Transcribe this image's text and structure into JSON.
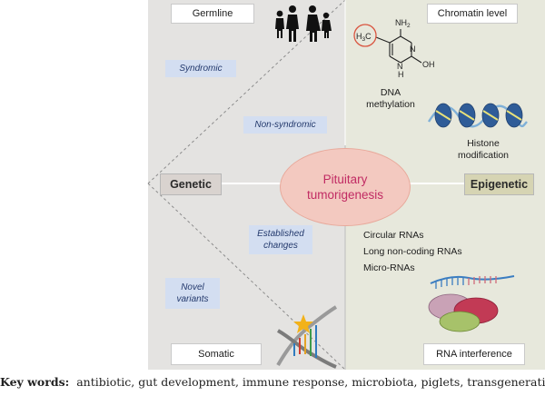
{
  "germline": "Germline",
  "chromatin_level": "Chromatin level",
  "syndromic": "Syndromic",
  "non_syndromic": "Non-syndromic",
  "dna_methylation": [
    "DNA",
    "methylation"
  ],
  "histone_modification": [
    "Histone",
    "modification"
  ],
  "genetic": "Genetic",
  "epigenetic": "Epigenetic",
  "center": [
    "Pituitary",
    "tumorigenesis"
  ],
  "established_changes": [
    "Established",
    "changes"
  ],
  "novel_variants": [
    "Novel",
    "variants"
  ],
  "rna_list": [
    "Circular RNAs",
    "Long non-coding RNAs",
    "Micro-RNAs"
  ],
  "somatic": "Somatic",
  "rna_interference": "RNA interference",
  "molecule": {
    "nh2": "NH",
    "nh2_sub": "2",
    "h3c": "H",
    "h3c_sub": "3",
    "h3c_c": "C",
    "n_top": "N",
    "n_bottom": "N",
    "h": "H",
    "oh": "OH"
  },
  "keywords": {
    "label": "Key words:",
    "text": "antibiotic, gut development, immune response, microbiota, piglets, transgenerational"
  },
  "colors": {
    "tag_bg": "#d3def1",
    "center_fill": "#f3c9c0",
    "center_text": "#c12b63",
    "genetic_box": "#d9d3cf",
    "epigenetic_box": "#d6d4b3"
  }
}
